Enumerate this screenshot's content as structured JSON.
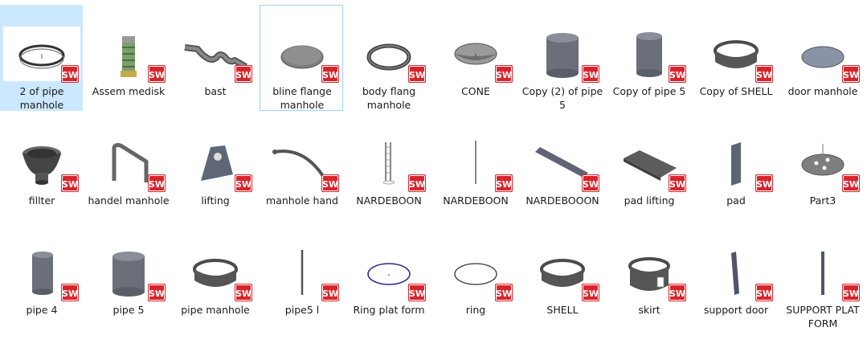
{
  "colors": {
    "selected_bg": "#cce8ff",
    "hover_border": "#99d1ff",
    "sw_red": "#d8252c"
  },
  "badge_icon": "solidworks-badge-icon",
  "items": [
    {
      "label": "2 of pipe manhole",
      "icon": "ring-icon",
      "state": "selected"
    },
    {
      "label": "Assem medisk",
      "icon": "assembly-icon"
    },
    {
      "label": "bast",
      "icon": "clamp-icon"
    },
    {
      "label": "bline flange manhole",
      "icon": "disc-icon",
      "state": "hovered"
    },
    {
      "label": "body flang manhole",
      "icon": "flange-ring-icon"
    },
    {
      "label": "CONE",
      "icon": "cone-icon"
    },
    {
      "label": "Copy (2) of pipe 5",
      "icon": "cylinder-icon"
    },
    {
      "label": "Copy of pipe 5",
      "icon": "cylinder-small-icon"
    },
    {
      "label": "Copy of SHELL",
      "icon": "shell-icon"
    },
    {
      "label": "door manhole",
      "icon": "disc-blue-icon"
    },
    {
      "label": "fillter",
      "icon": "filter-icon"
    },
    {
      "label": "handel manhole",
      "icon": "handle-icon"
    },
    {
      "label": "lifting",
      "icon": "lifting-lug-icon"
    },
    {
      "label": "manhole hand",
      "icon": "curved-arm-icon"
    },
    {
      "label": "NARDEBOON",
      "icon": "ladder-icon"
    },
    {
      "label": "NARDEBOON",
      "icon": "rod-icon"
    },
    {
      "label": "NARDEBOOON",
      "icon": "bar-icon"
    },
    {
      "label": "pad lifting",
      "icon": "pad-icon"
    },
    {
      "label": "pad",
      "icon": "plate-icon"
    },
    {
      "label": "Part3",
      "icon": "perforated-disc-icon"
    },
    {
      "label": "pipe 4",
      "icon": "cylinder-tall-icon"
    },
    {
      "label": "pipe 5",
      "icon": "cylinder-icon"
    },
    {
      "label": "pipe manhole",
      "icon": "shell-icon"
    },
    {
      "label": "pipe5 l",
      "icon": "thin-rod-icon"
    },
    {
      "label": "Ring plat form",
      "icon": "ring-blue-icon"
    },
    {
      "label": "ring",
      "icon": "ring-thin-icon"
    },
    {
      "label": "SHELL",
      "icon": "shell-icon"
    },
    {
      "label": "skirt",
      "icon": "skirt-icon"
    },
    {
      "label": "support door",
      "icon": "support-icon"
    },
    {
      "label": "SUPPORT PLAT FORM",
      "icon": "support-thin-icon"
    }
  ]
}
